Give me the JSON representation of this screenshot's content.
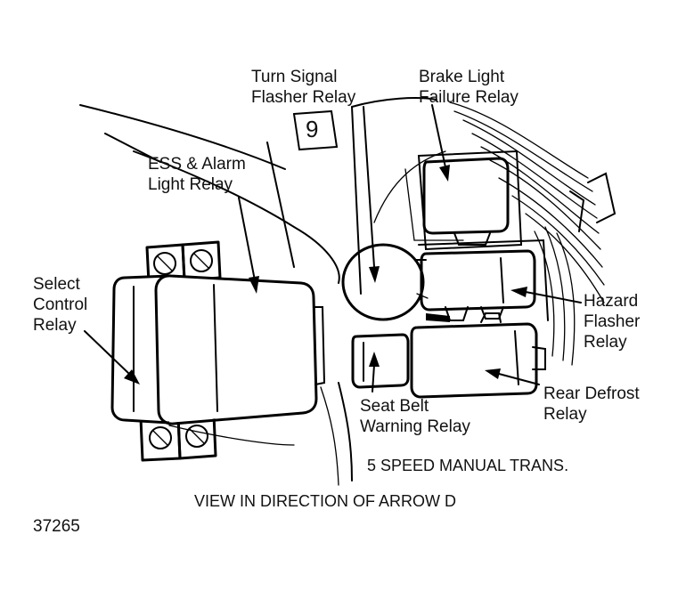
{
  "labels": {
    "turn_signal": "Turn Signal\nFlasher Relay",
    "brake_light": "Brake Light\nFailure Relay",
    "ess_alarm": "ESS & Alarm\nLight Relay",
    "select_control": "Select\nControl\nRelay",
    "hazard": "Hazard\nFlasher\nRelay",
    "rear_defrost": "Rear Defrost\nRelay",
    "seat_belt": "Seat Belt\nWarning Relay",
    "transmission": "5 SPEED MANUAL TRANS.",
    "view": "VIEW IN DIRECTION OF ARROW D",
    "figure_number": "37265",
    "panel_number": "9"
  }
}
